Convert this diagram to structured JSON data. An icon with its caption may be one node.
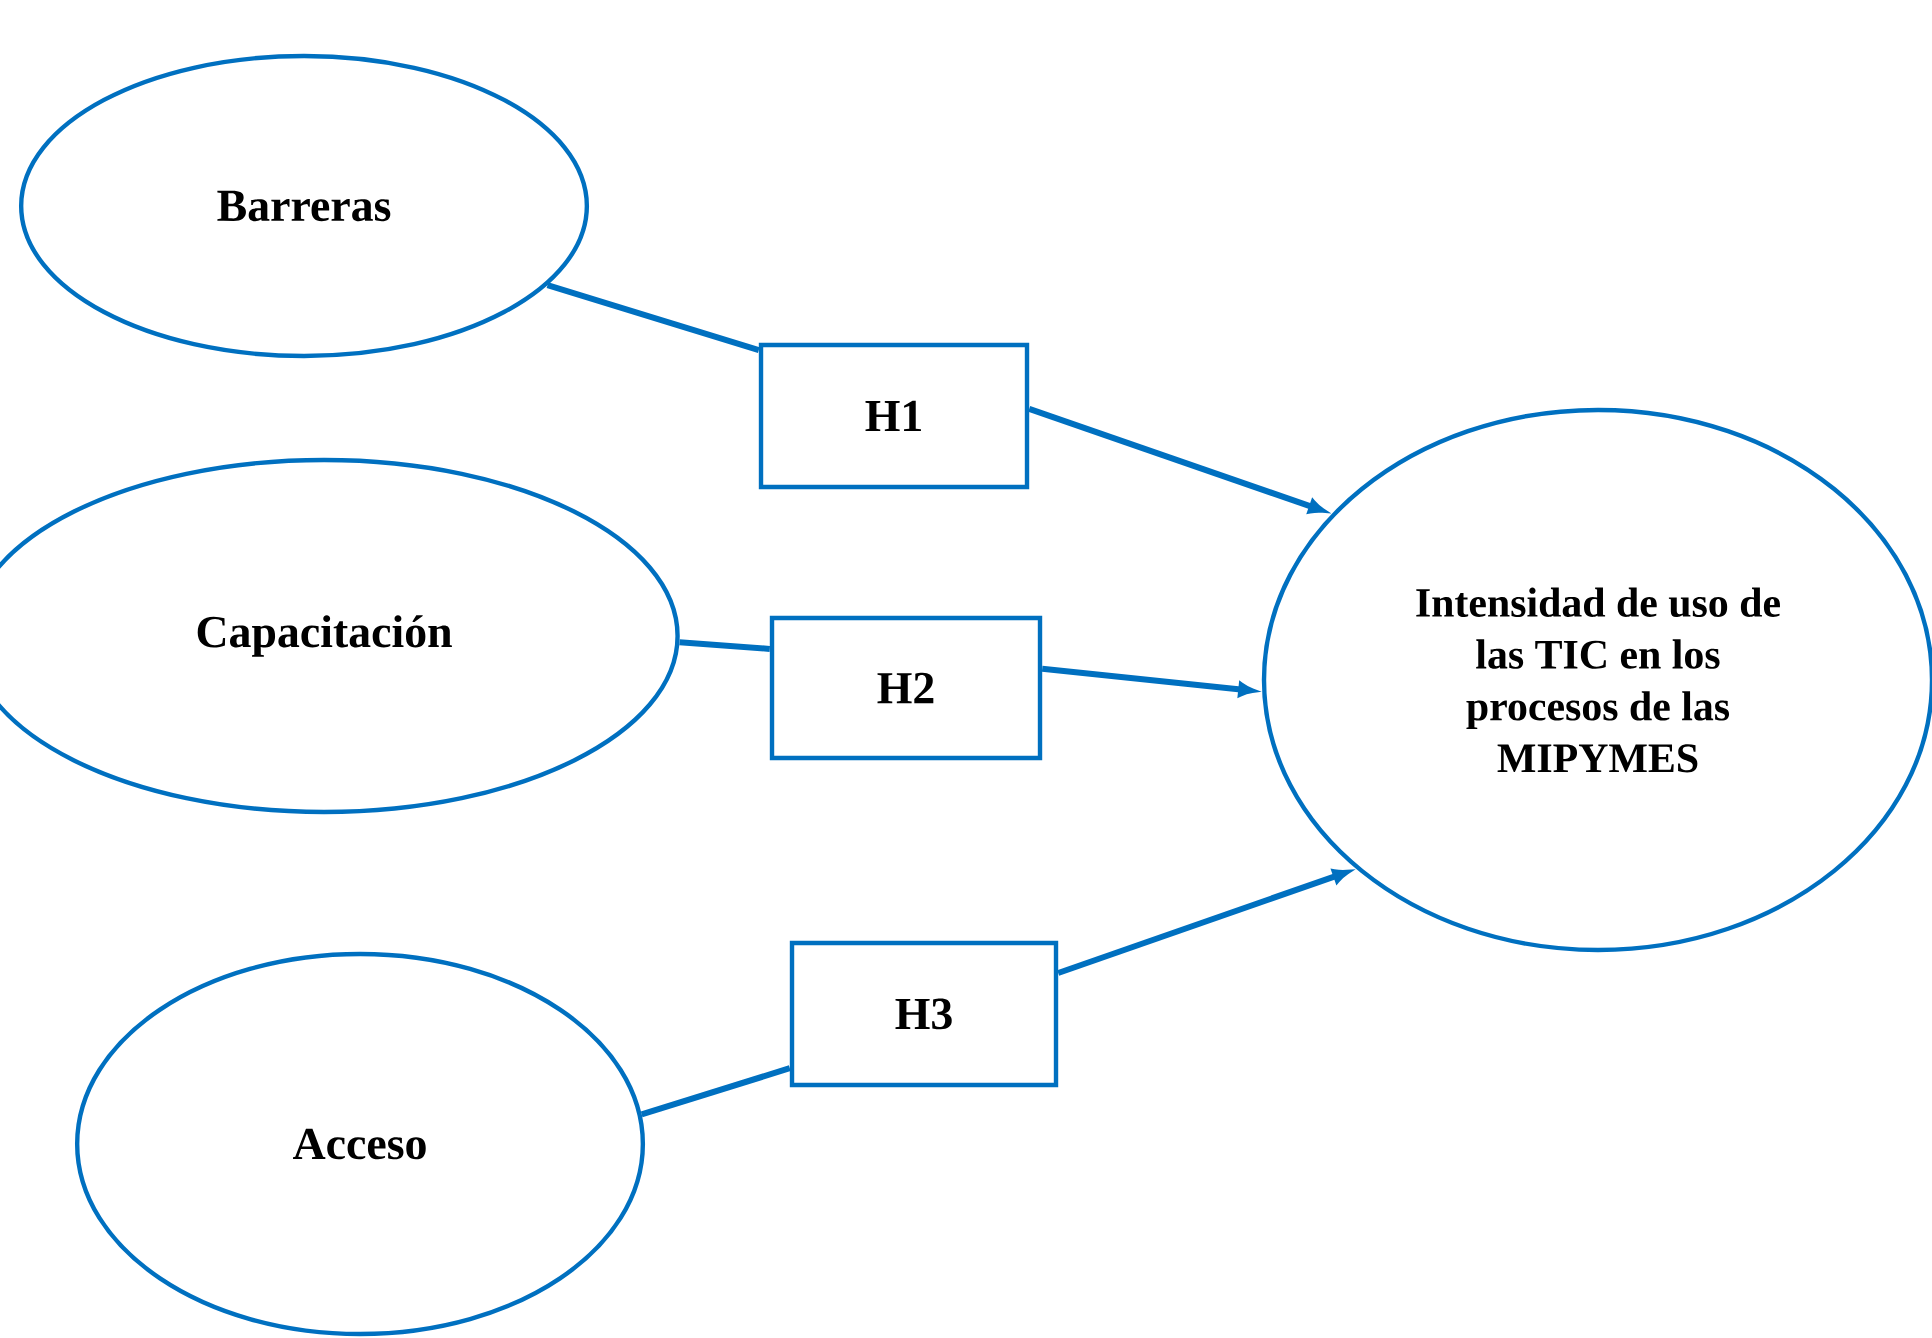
{
  "diagram": {
    "nodes": [
      {
        "text": [
          "Barreras"
        ]
      },
      {
        "text": [
          "Capacitación"
        ]
      },
      {
        "text": [
          "Acceso"
        ]
      },
      {
        "text": [
          "Intensidad de uso de las TIC en los procesos de las MIPYMES"
        ]
      },
      {
        "text": [
          "H1"
        ]
      },
      {
        "text": [
          "H2"
        ]
      },
      {
        "text": [
          "H3"
        ]
      }
    ],
    "edges": [
      {
        "from": 0,
        "to": 4,
        "arrow": "none"
      },
      {
        "from": 4,
        "to": 3,
        "arrow": "to"
      },
      {
        "from": 1,
        "to": 5,
        "arrow": "none"
      },
      {
        "from": 5,
        "to": 3,
        "arrow": "to"
      },
      {
        "from": 2,
        "to": 6,
        "arrow": "none"
      },
      {
        "from": 6,
        "to": 3,
        "arrow": "to"
      }
    ]
  }
}
